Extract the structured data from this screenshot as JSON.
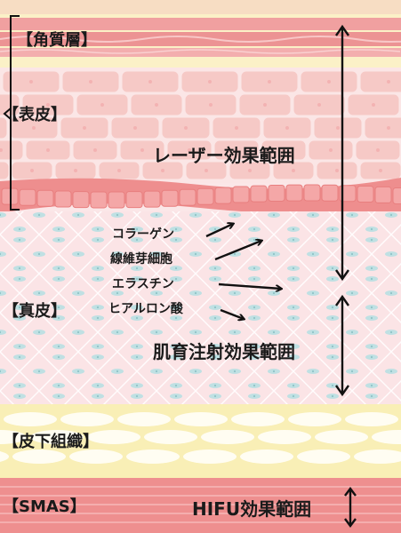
{
  "layers": {
    "stratum_corneum": "【角質層】",
    "epidermis": "【表皮】",
    "dermis": "【真皮】",
    "subcutaneous": "【皮下組織】",
    "smas": "【SMAS】"
  },
  "components": {
    "collagen": "コラーゲン",
    "fibroblast": "線維芽細胞",
    "elastin": "エラスチン",
    "hyaluronic_acid": "ヒアルロン酸"
  },
  "ranges": {
    "laser": "レーザー効果範囲",
    "injection": "肌育注射効果範囲",
    "hifu": "HIFU効果範囲"
  },
  "colors": {
    "surface_top": "#f7ddc3",
    "corneum_band": "#f0a0a0",
    "corneum_bg": "#fbf1c7",
    "epidermis_cell": "#f6c9c6",
    "basal_cell": "#ee8e8e",
    "dermis_bg": "#fbe4e6",
    "dermis_dot": "#bfe0e3",
    "fat_bg": "#f9efb6",
    "fat_cell": "#fffdf2",
    "smas_bg": "#ee8f8f"
  }
}
